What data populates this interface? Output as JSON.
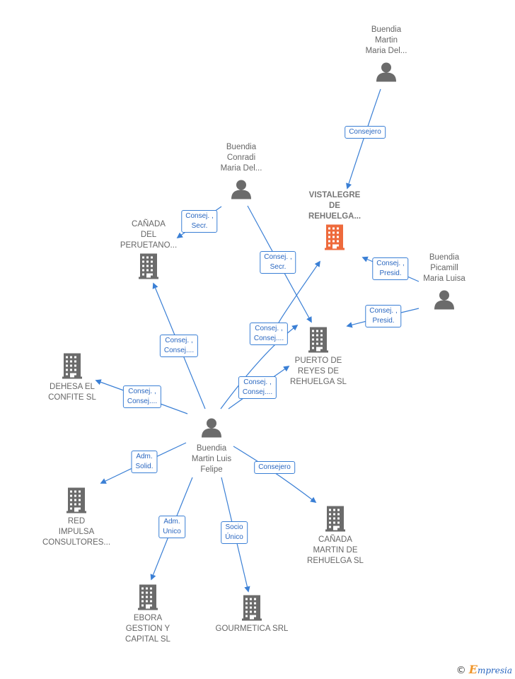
{
  "nodes": [
    {
      "id": "buendia_martin_maria",
      "type": "person",
      "label": [
        "Buendia",
        "Martin",
        "Maria Del..."
      ]
    },
    {
      "id": "buendia_conradi",
      "type": "person",
      "label": [
        "Buendia",
        "Conradi",
        "Maria Del..."
      ]
    },
    {
      "id": "vistalegre",
      "type": "company-main",
      "label": [
        "VISTALEGRE",
        "DE",
        "REHUELGA..."
      ]
    },
    {
      "id": "buendia_picamill",
      "type": "person",
      "label": [
        "Buendia",
        "Picamill",
        "Maria Luisa"
      ]
    },
    {
      "id": "canada_peruetano",
      "type": "company",
      "label": [
        "CAÑADA",
        "DEL",
        "PERUETANO..."
      ]
    },
    {
      "id": "puerto_reyes",
      "type": "company",
      "label": [
        "PUERTO DE",
        "REYES DE",
        "REHUELGA  SL"
      ]
    },
    {
      "id": "dehesa_confite",
      "type": "company",
      "label": [
        "DEHESA EL",
        "CONFITE  SL"
      ]
    },
    {
      "id": "buendia_martin_luis",
      "type": "person",
      "label": [
        "Buendia",
        "Martin Luis",
        "Felipe"
      ]
    },
    {
      "id": "red_impulsa",
      "type": "company",
      "label": [
        "RED",
        "IMPULSA",
        "CONSULTORES..."
      ]
    },
    {
      "id": "canada_martin",
      "type": "company",
      "label": [
        "CAÑADA",
        "MARTIN DE",
        "REHUELGA  SL"
      ]
    },
    {
      "id": "ebora",
      "type": "company",
      "label": [
        "EBORA",
        "GESTION Y",
        "CAPITAL  SL"
      ]
    },
    {
      "id": "gourmetica",
      "type": "company",
      "label": [
        "GOURMETICA SRL"
      ]
    }
  ],
  "edges": [
    {
      "id": "e1",
      "from": "buendia_martin_maria",
      "to": "vistalegre",
      "label": [
        "Consejero"
      ]
    },
    {
      "id": "e2",
      "from": "buendia_conradi",
      "to": "canada_peruetano",
      "label": [
        "Consej. ,",
        "Secr."
      ]
    },
    {
      "id": "e3",
      "from": "buendia_conradi",
      "to": "vistalegre",
      "label": [
        "Consej. ,",
        "Secr."
      ]
    },
    {
      "id": "e4",
      "from": "buendia_conradi",
      "to": "puerto_reyes",
      "label": [
        "Consej. ,",
        "Secr."
      ]
    },
    {
      "id": "e5",
      "from": "buendia_picamill",
      "to": "vistalegre",
      "label": [
        "Consej. ,",
        "Presid."
      ]
    },
    {
      "id": "e6",
      "from": "buendia_picamill",
      "to": "puerto_reyes",
      "label": [
        "Consej. ,",
        "Presid."
      ]
    },
    {
      "id": "e7",
      "from": "buendia_martin_luis",
      "to": "canada_peruetano",
      "label": [
        "Consej. ,",
        "Consej...."
      ]
    },
    {
      "id": "e8",
      "from": "buendia_martin_luis",
      "to": "vistalegre",
      "label": [
        "Consej. ,",
        "Consej...."
      ]
    },
    {
      "id": "e9",
      "from": "buendia_martin_luis",
      "to": "puerto_reyes",
      "label": [
        "Consej. ,",
        "Consej...."
      ]
    },
    {
      "id": "e10",
      "from": "buendia_martin_luis",
      "to": "dehesa_confite",
      "label": [
        "Consej. ,",
        "Consej...."
      ]
    },
    {
      "id": "e11",
      "from": "buendia_martin_luis",
      "to": "red_impulsa",
      "label": [
        "Adm.",
        "Solid."
      ]
    },
    {
      "id": "e12",
      "from": "buendia_martin_luis",
      "to": "canada_martin",
      "label": [
        "Consejero"
      ]
    },
    {
      "id": "e13",
      "from": "buendia_martin_luis",
      "to": "ebora",
      "label": [
        "Adm.",
        "Unico"
      ]
    },
    {
      "id": "e14",
      "from": "buendia_martin_luis",
      "to": "gourmetica",
      "label": [
        "Socio",
        "Único"
      ]
    }
  ],
  "footer": {
    "copyright": "©",
    "brand_first": "E",
    "brand_rest": "mpresia"
  },
  "colors": {
    "edge": "#3a7fd5",
    "person": "#6b6b6b",
    "company": "#6b6b6b",
    "main_company": "#ee6a3c",
    "text": "#666666"
  }
}
